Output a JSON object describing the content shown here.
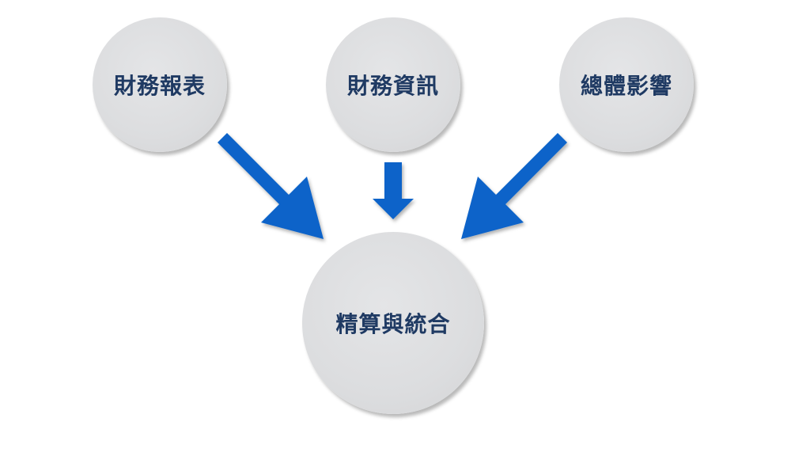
{
  "nodes": {
    "financial_statements": "財務報表",
    "financial_information": "財務資訊",
    "overall_impact": "總體影響",
    "actuarial_integration": "精算與統合"
  },
  "colors": {
    "arrow": "#0b63c9",
    "circle": "#dcdddf",
    "text": "#1f3a63"
  }
}
